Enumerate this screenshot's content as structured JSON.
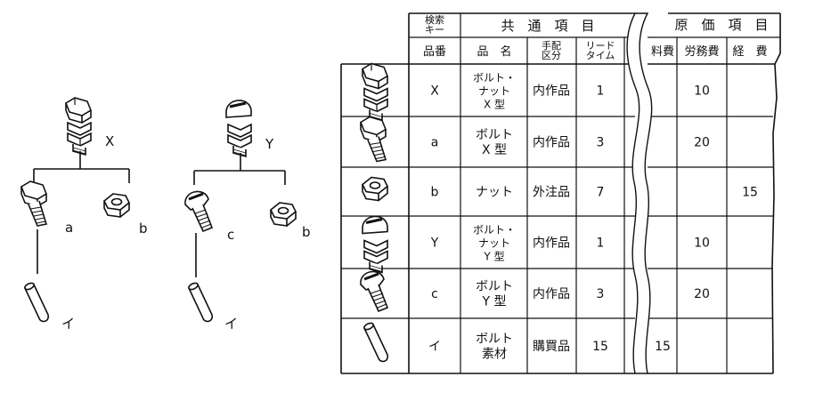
{
  "tree_x": {
    "parent_label": "X",
    "children": [
      {
        "label": "a"
      },
      {
        "label": "b"
      }
    ],
    "material_label": "イ"
  },
  "tree_y": {
    "parent_label": "Y",
    "children": [
      {
        "label": "c"
      },
      {
        "label": "b"
      }
    ],
    "material_label": "イ"
  },
  "table": {
    "group_key": "検索\nキー",
    "group_common": "共　通　項　目",
    "group_cost": "原　価　項　目",
    "headers": {
      "part_no": "品番",
      "part_name": "品　名",
      "arrangement": "手配\n区分",
      "lead_time": "リード\nタイム",
      "material_cost": "料費",
      "labor_cost": "労務費",
      "expense": "経　費"
    },
    "rows": [
      {
        "icon": "bolt-nut-icon",
        "part_no": "X",
        "part_name": "ボルト・\nナット\nX 型",
        "arrangement": "内作品",
        "lead_time": "1",
        "material_cost": "",
        "labor_cost": "10",
        "expense": ""
      },
      {
        "icon": "bolt-icon",
        "part_no": "a",
        "part_name": "ボルト\nX 型",
        "arrangement": "内作品",
        "lead_time": "3",
        "material_cost": "",
        "labor_cost": "20",
        "expense": ""
      },
      {
        "icon": "nut-icon",
        "part_no": "b",
        "part_name": "ナット",
        "arrangement": "外注品",
        "lead_time": "7",
        "material_cost": "",
        "labor_cost": "",
        "expense": "15"
      },
      {
        "icon": "round-bolt-nut-icon",
        "part_no": "Y",
        "part_name": "ボルト・\nナット\nY 型",
        "arrangement": "内作品",
        "lead_time": "1",
        "material_cost": "",
        "labor_cost": "10",
        "expense": ""
      },
      {
        "icon": "round-bolt-icon",
        "part_no": "c",
        "part_name": "ボルト\nY 型",
        "arrangement": "内作品",
        "lead_time": "3",
        "material_cost": "",
        "labor_cost": "20",
        "expense": ""
      },
      {
        "icon": "rod-material-icon",
        "part_no": "イ",
        "part_name": "ボルト\n素材",
        "arrangement": "購買品",
        "lead_time": "15",
        "material_cost": "15",
        "labor_cost": "",
        "expense": ""
      }
    ]
  }
}
